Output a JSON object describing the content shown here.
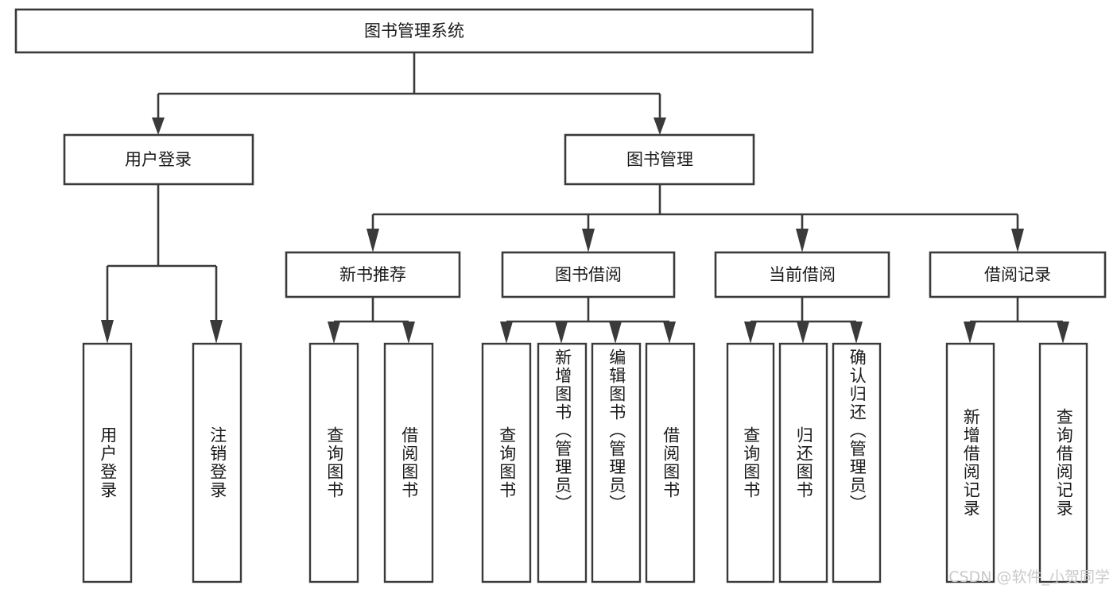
{
  "diagram": {
    "type": "hierarchy-tree",
    "title": "图书管理系统",
    "watermark": "CSDN @软件_小贺同学",
    "colors": {
      "background": "#ffffff",
      "stroke": "#3a3a3a",
      "text": "#1a1a1a",
      "watermark": "#c9c9c9"
    },
    "root": {
      "label": "图书管理系统"
    },
    "level2": [
      {
        "label": "用户登录"
      },
      {
        "label": "图书管理"
      }
    ],
    "level3": [
      {
        "label": "新书推荐"
      },
      {
        "label": "图书借阅"
      },
      {
        "label": "当前借阅"
      },
      {
        "label": "借阅记录"
      }
    ],
    "leaves": {
      "user_login": [
        {
          "label": "用户登录"
        },
        {
          "label": "注销登录"
        }
      ],
      "new_book_recommend": [
        {
          "label": "查询图书"
        },
        {
          "label": "借阅图书"
        }
      ],
      "book_borrow": [
        {
          "label": "查询图书"
        },
        {
          "label": "新增图书（管理员）"
        },
        {
          "label": "编辑图书（管理员）"
        },
        {
          "label": "借阅图书"
        }
      ],
      "current_borrow": [
        {
          "label": "查询图书"
        },
        {
          "label": "归还图书"
        },
        {
          "label": "确认归还（管理员）"
        }
      ],
      "borrow_record": [
        {
          "label": "新增借阅记录"
        },
        {
          "label": "查询借阅记录"
        }
      ]
    }
  }
}
